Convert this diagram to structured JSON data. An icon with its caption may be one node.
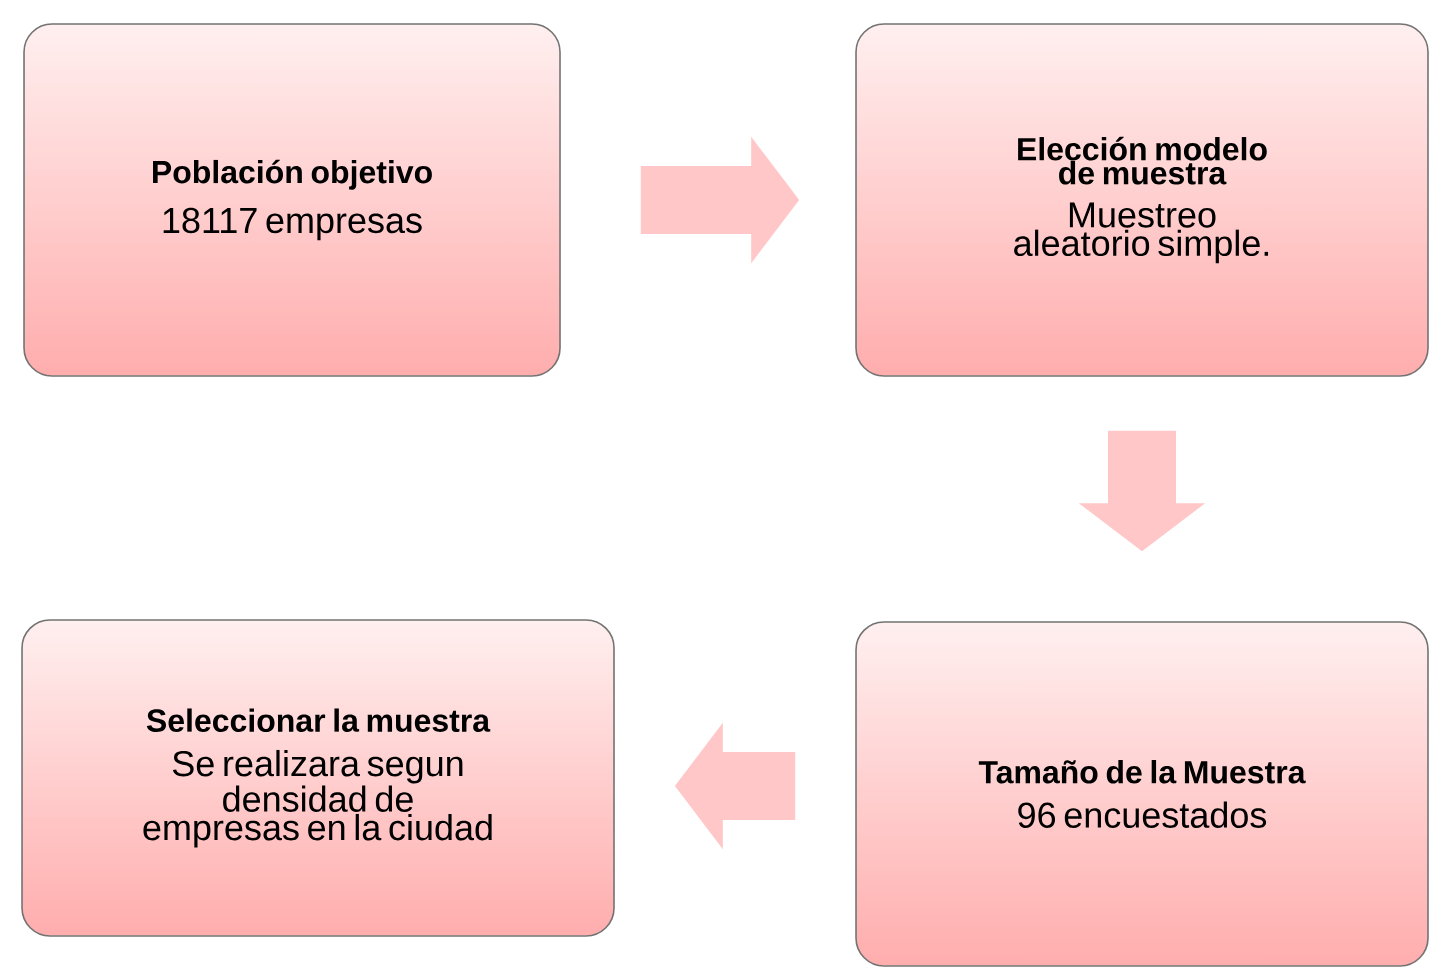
{
  "diagram": {
    "nodes": [
      {
        "text": [
          "Población objetivo",
          "18117 empresas"
        ]
      },
      {
        "text": [
          "Elección modelo de muestra",
          "Muestreo aleatorio simple."
        ]
      },
      {
        "text": [
          "Tamaño de la Muestra",
          "96 encuestados"
        ]
      },
      {
        "text": [
          "Seleccionar la muestra",
          "Se realizara segun densidad de empresas en la ciudad"
        ]
      }
    ],
    "edges": [
      {
        "from": 0,
        "to": 1,
        "arrow": "to"
      },
      {
        "from": 1,
        "to": 2,
        "arrow": "to"
      },
      {
        "from": 2,
        "to": 3,
        "arrow": "to"
      }
    ]
  }
}
